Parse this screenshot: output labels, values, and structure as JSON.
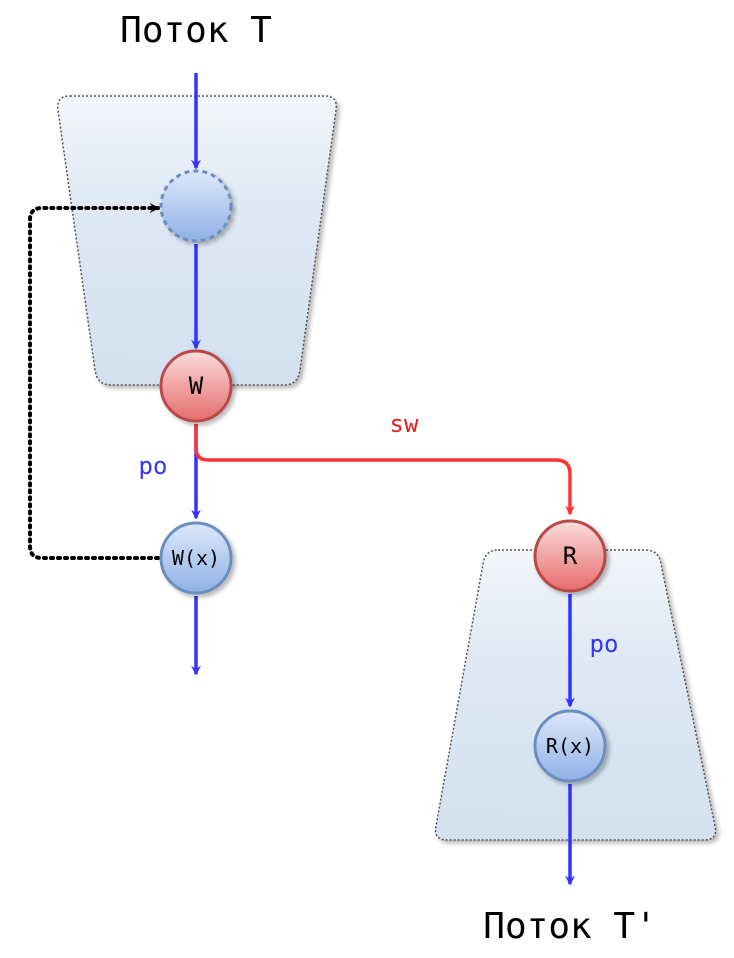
{
  "titles": {
    "top": "Поток T",
    "bottom": "Поток T'"
  },
  "nodes": {
    "w": "W",
    "wx": "W(x)",
    "r": "R",
    "rx": "R(x)"
  },
  "edges": {
    "po_left": "po",
    "po_right": "po",
    "sw": "sw"
  },
  "colors": {
    "po_edge": "#3333ff",
    "sw_edge": "#ff3333",
    "dotted_edge": "#000000",
    "red_node_fill": "#f08484",
    "red_node_stroke": "#b84a4a",
    "blue_node_fill": "#a8c4ee",
    "blue_node_stroke": "#6c8ebf",
    "region_fill": "#dbe6f3",
    "region_stroke": "#555555"
  }
}
